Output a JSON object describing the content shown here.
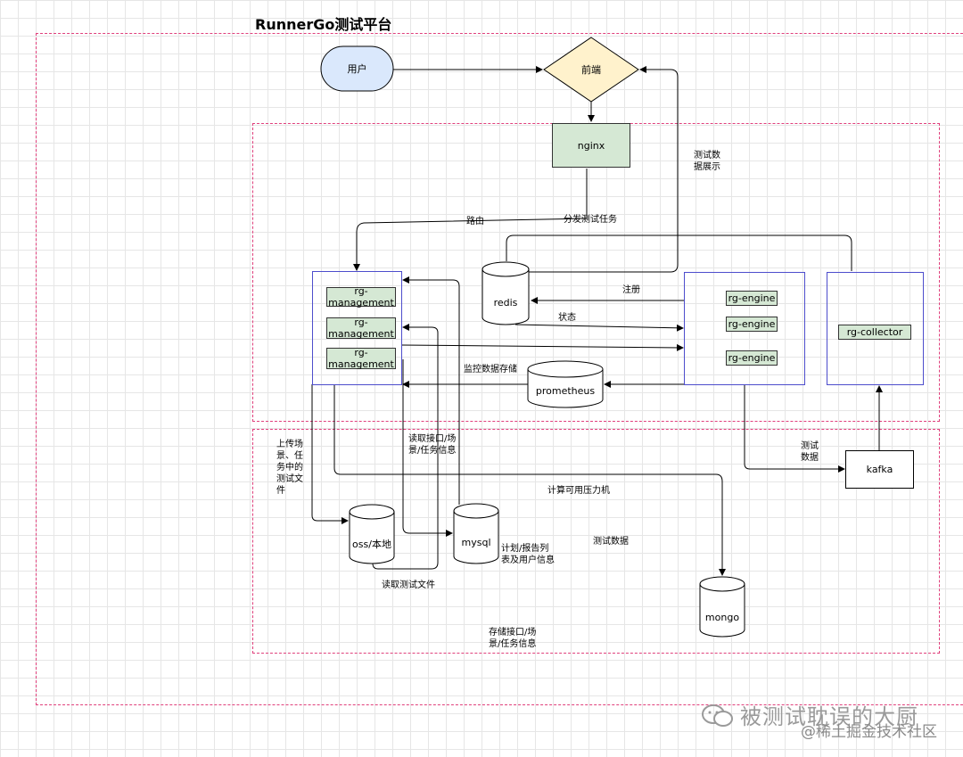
{
  "title": "RunnerGo测试平台",
  "nodes": {
    "user": "用户",
    "frontend": "前端",
    "nginx": "nginx",
    "redis": "redis",
    "management": [
      "rg-management",
      "rg-management",
      "rg-management"
    ],
    "engine": [
      "rg-engine",
      "rg-engine",
      "rg-engine"
    ],
    "collector": "rg-collector",
    "prometheus": "prometheus",
    "kafka": "kafka",
    "oss": "oss/本地",
    "mysql": "mysql",
    "mongo": "mongo"
  },
  "labels": {
    "route": "路由",
    "dispatch": "分发测试任务",
    "display": "测试数\n据展示",
    "register": "注册",
    "status": "状态",
    "monitor_store": "监控数据存储",
    "upload": "上传场\n景、任\n务中的\n测试文\n件",
    "read_api": "读取接口/场\n景/任务信息",
    "test_data_kafka": "测试\n数据",
    "calc": "计算可用压力机",
    "plan": "计划/报告列\n表及用户信息",
    "test_data": "测试数据",
    "read_file": "读取测试文件",
    "store_api": "存储接口/场\n景/任务信息"
  },
  "watermark": {
    "line1": "被测试耽误的大厨",
    "line2": "@稀土掘金技术社区"
  },
  "colors": {
    "dashed_border": "#e0407c",
    "group_border": "#4d4dcc",
    "green_fill": "#d5e8d4",
    "user_fill": "#dae8fc",
    "frontend_fill": "#fff2cc"
  }
}
